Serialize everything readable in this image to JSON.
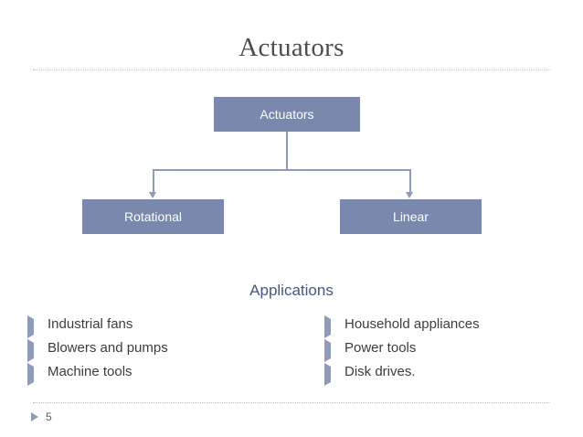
{
  "slide": {
    "title": "Actuators",
    "page_number": "5",
    "accent_color": "#7b88ad",
    "heading_color": "#4a5583",
    "connector_color": "#8f9bbb"
  },
  "diagram": {
    "root": {
      "label": "Actuators"
    },
    "children": [
      {
        "label": "Rotational"
      },
      {
        "label": "Linear"
      }
    ]
  },
  "applications": {
    "heading": "Applications",
    "left_column": [
      "Industrial fans",
      "Blowers and pumps",
      "Machine tools"
    ],
    "right_column": [
      "Household appliances",
      "Power tools",
      "Disk drives."
    ]
  }
}
